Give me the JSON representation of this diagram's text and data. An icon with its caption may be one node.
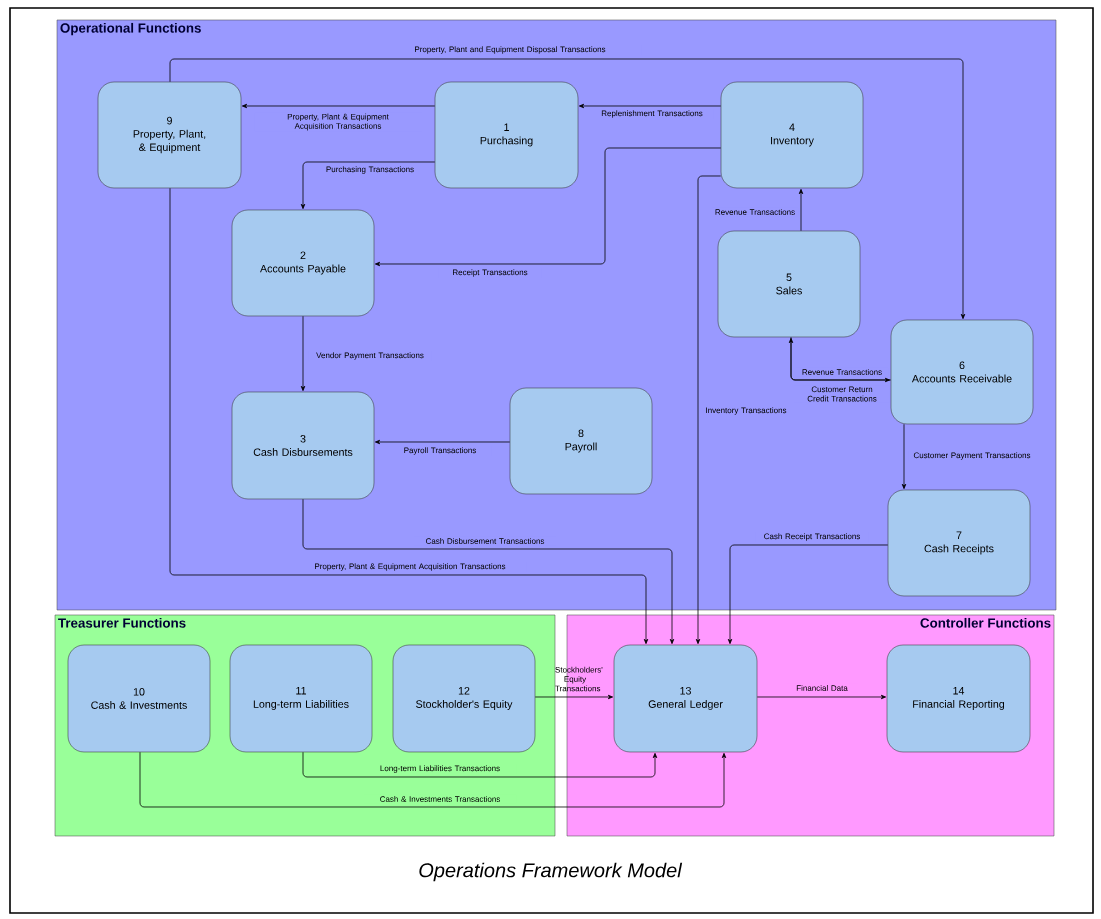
{
  "diagram": {
    "caption": "Operations Framework Model",
    "nodes": [
      {
        "text": [
          "Operational Functions"
        ]
      },
      {
        "text": [
          "9",
          "Property, Plant, & Equipment"
        ],
        "in": 0
      },
      {
        "text": [
          "1",
          "Purchasing"
        ],
        "in": 0
      },
      {
        "text": [
          "4",
          "Inventory"
        ],
        "in": 0
      },
      {
        "text": [
          "2",
          "Accounts Payable"
        ],
        "in": 0
      },
      {
        "text": [
          "5",
          "Sales"
        ],
        "in": 0
      },
      {
        "text": [
          "6",
          "Accounts Receivable"
        ],
        "in": 0
      },
      {
        "text": [
          "3",
          "Cash Disbursements"
        ],
        "in": 0
      },
      {
        "text": [
          "8",
          "Payroll"
        ],
        "in": 0
      },
      {
        "text": [
          "7",
          "Cash Receipts"
        ],
        "in": 0
      },
      {
        "text": [
          "Treasurer Functions"
        ]
      },
      {
        "text": [
          "10",
          "Cash & Investments"
        ],
        "in": 10
      },
      {
        "text": [
          "11",
          "Long-term Liabilities"
        ],
        "in": 10
      },
      {
        "text": [
          "12",
          "Stockholder's Equity"
        ],
        "in": 10
      },
      {
        "text": [
          "Controller Functions"
        ]
      },
      {
        "text": [
          "13",
          "General Ledger"
        ],
        "in": 14
      },
      {
        "text": [
          "14",
          "Financial Reporting"
        ],
        "in": 14
      }
    ],
    "edges": [
      {
        "from": 2,
        "to": 1,
        "arrow": "to",
        "label": "Property, Plant & Equipment Acquisition Transactions"
      },
      {
        "from": 2,
        "to": 4,
        "arrow": "to",
        "label": "Purchasing Transactions"
      },
      {
        "from": 3,
        "to": 2,
        "arrow": "to",
        "label": "Replenishment Transactions"
      },
      {
        "from": 3,
        "to": 4,
        "arrow": "to",
        "label": "Receipt Transactions"
      },
      {
        "from": 5,
        "to": 3,
        "arrow": "to",
        "label": "Revenue Transactions"
      },
      {
        "from": 1,
        "to": 6,
        "arrow": "to",
        "label": "Property, Plant and Equipment Disposal Transactions"
      },
      {
        "from": 4,
        "to": 7,
        "arrow": "to",
        "label": "Vendor Payment Transactions"
      },
      {
        "from": 8,
        "to": 7,
        "arrow": "to",
        "label": "Payroll Transactions"
      },
      {
        "from": 5,
        "to": 6,
        "arrow": "to",
        "label": "Revenue Transactions"
      },
      {
        "from": 6,
        "to": 5,
        "arrow": "to",
        "label": "Customer Return Credit Transactions"
      },
      {
        "from": 6,
        "to": 9,
        "arrow": "to",
        "label": "Customer Payment Transactions"
      },
      {
        "from": 7,
        "to": 15,
        "arrow": "to",
        "label": "Cash Disbursement Transactions"
      },
      {
        "from": 1,
        "to": 15,
        "arrow": "to",
        "label": "Property, Plant & Equipment Acquisition Transactions"
      },
      {
        "from": 3,
        "to": 15,
        "arrow": "to",
        "label": "Inventory Transactions"
      },
      {
        "from": 9,
        "to": 15,
        "arrow": "to",
        "label": "Cash Receipt Transactions"
      },
      {
        "from": 13,
        "to": 15,
        "arrow": "to",
        "label": "Stockholders' Equity Transactions"
      },
      {
        "from": 15,
        "to": 16,
        "arrow": "to",
        "label": "Financial Data"
      },
      {
        "from": 12,
        "to": 15,
        "arrow": "to",
        "label": "Long-term Liabilities Transactions"
      },
      {
        "from": 11,
        "to": 15,
        "arrow": "to",
        "label": "Cash & Investments Transactions"
      }
    ]
  }
}
